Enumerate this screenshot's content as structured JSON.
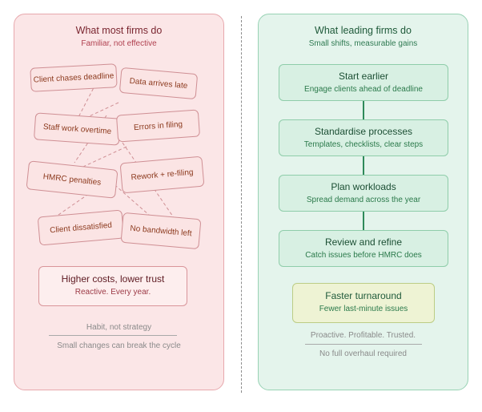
{
  "left": {
    "title": "What most firms do",
    "subtitle": "Familiar, not effective",
    "chips": [
      "Client chases deadline",
      "Data arrives late",
      "Staff work overtime",
      "Errors in filing",
      "HMRC penalties",
      "Rework + re-filing",
      "Client dissatisfied",
      "No bandwidth left"
    ],
    "outcome": {
      "title": "Higher costs, lower trust",
      "subtitle": "Reactive. Every year."
    },
    "footer": {
      "line1": "Habit, not strategy",
      "line2": "Small changes can break the cycle"
    }
  },
  "right": {
    "title": "What leading firms do",
    "subtitle": "Small shifts, measurable gains",
    "steps": [
      {
        "title": "Start earlier",
        "subtitle": "Engage clients ahead of deadline"
      },
      {
        "title": "Standardise processes",
        "subtitle": "Templates, checklists, clear steps"
      },
      {
        "title": "Plan workloads",
        "subtitle": "Spread demand across the year"
      },
      {
        "title": "Review and refine",
        "subtitle": "Catch issues before HMRC does"
      }
    ],
    "result": {
      "title": "Faster turnaround",
      "subtitle": "Fewer last-minute issues"
    },
    "footer": {
      "line1": "Proactive. Profitable. Trusted.",
      "line2": "No full overhaul required"
    }
  },
  "colors": {
    "left_bg": "#fbe6e7",
    "left_border": "#e7a8ad",
    "right_bg": "#e4f4ec",
    "right_border": "#98d2b4",
    "connector": "#2e8a5a"
  }
}
